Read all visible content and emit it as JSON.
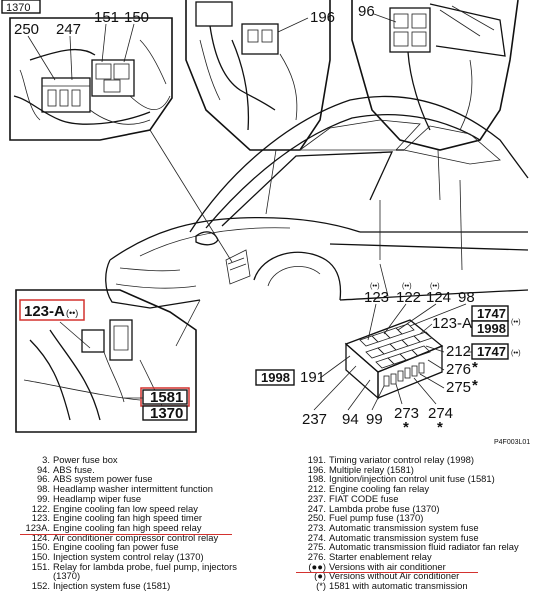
{
  "diagram": {
    "corner_label": "1370",
    "image_code": "P4F003L01",
    "callouts": {
      "c250": "250",
      "c247": "247",
      "c151": "151",
      "c150": "150",
      "c196": "196",
      "c96": "96",
      "c123a_left": "123-A",
      "c123a_left_mark": "(••)",
      "c1581": "1581",
      "c1370_box": "1370",
      "c123_fb": "123",
      "c122_fb": "122",
      "c124_fb": "124",
      "c98_fb": "98",
      "m123": "(••)",
      "m122": "(••)",
      "m124": "(••)",
      "c1747_top": "1747",
      "c1998_top": "1998",
      "m1747_top": "(••)",
      "c123a_fb": "123-A",
      "c212": "212",
      "c1747_mid": "1747",
      "m1747_mid": "(••)",
      "c1998_left": "1998",
      "c191": "191",
      "c276": "276",
      "c275": "275",
      "c276_star": "*",
      "c275_star": "*",
      "c237": "237",
      "c94": "94",
      "c99": "99",
      "c273": "273",
      "c274": "274",
      "c273_star": "*",
      "c274_star": "*"
    }
  },
  "legend": {
    "left": [
      {
        "num": "3.",
        "text": "Power fuse box"
      },
      {
        "num": "94.",
        "text": "ABS fuse."
      },
      {
        "num": "96.",
        "text": "ABS system power fuse"
      },
      {
        "num": "98.",
        "text": "Headlamp washer intermittent function"
      },
      {
        "num": "99.",
        "text": "Headlamp wiper fuse"
      },
      {
        "num": "122.",
        "text": "Engine cooling fan low speed relay"
      },
      {
        "num": "123.",
        "text": "Engine cooling fan high speed timer"
      },
      {
        "num": "123A.",
        "text": "Engine cooling fan high speed relay"
      },
      {
        "num": "124.",
        "text": "Air conditioner compressor control relay"
      },
      {
        "num": "150.",
        "text": "Engine cooling fan power fuse"
      },
      {
        "num": "",
        "text": ""
      },
      {
        "num": "150.",
        "text": "Injection system control relay (1370)"
      },
      {
        "num": "151.",
        "text": "Relay for lambda probe, fuel pump, injectors"
      },
      {
        "num": "",
        "text": "(1370)"
      },
      {
        "num": "152.",
        "text": "Injection system fuse (1581)"
      }
    ],
    "right": [
      {
        "num": "191.",
        "text": "Timing variator control relay (1998)"
      },
      {
        "num": "196.",
        "text": "Multiple relay (1581)"
      },
      {
        "num": "198.",
        "text": "Ignition/injection control unit fuse (1581)"
      },
      {
        "num": "212.",
        "text": "Engine cooling fan relay"
      },
      {
        "num": "237.",
        "text": "FIAT CODE fuse"
      },
      {
        "num": "247.",
        "text": "Lambda probe fuse (1370)"
      },
      {
        "num": "250.",
        "text": "Fuel pump fuse (1370)"
      },
      {
        "num": "273.",
        "text": "Automatic transmission system fuse"
      },
      {
        "num": "274.",
        "text": "Automatic transmission system fuse"
      },
      {
        "num": "275.",
        "text": "Automatic transmission fluid radiator fan relay"
      },
      {
        "num": "276.",
        "text": "Starter enablement relay"
      },
      {
        "num": "(●●)",
        "text": "Versions with air conditioner"
      },
      {
        "num": "(●)",
        "text": "Versions without Air conditioner"
      },
      {
        "num": "(*)",
        "text": "1581 with automatic transmission"
      }
    ]
  }
}
